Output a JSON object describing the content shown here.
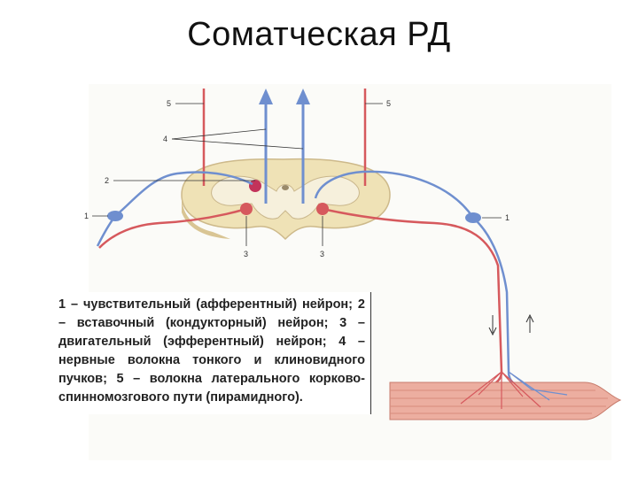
{
  "title": "Соматческая РД",
  "colors": {
    "afferent": "#6f8fcf",
    "efferent": "#d6595d",
    "cord": "#efe2b6",
    "gray_matter": "#f6f0dc",
    "muscle": "#ecaea0"
  },
  "labels": {
    "l1_left": "1",
    "l1_right": "1",
    "l2": "2",
    "l3_left": "3",
    "l3_right": "3",
    "l4": "4",
    "l5_left": "5",
    "l5_right": "5"
  },
  "legend": "1 – чувствительный (афферентный) нейрон; 2 – вставочный (кондукторный) нейрон; 3 – двигательный (эфферентный) нейрон; 4 – нервные волокна тонкого и клиновидного пучков; 5 – волокна латерального корково-спинномозгового пути (пирамидного)."
}
